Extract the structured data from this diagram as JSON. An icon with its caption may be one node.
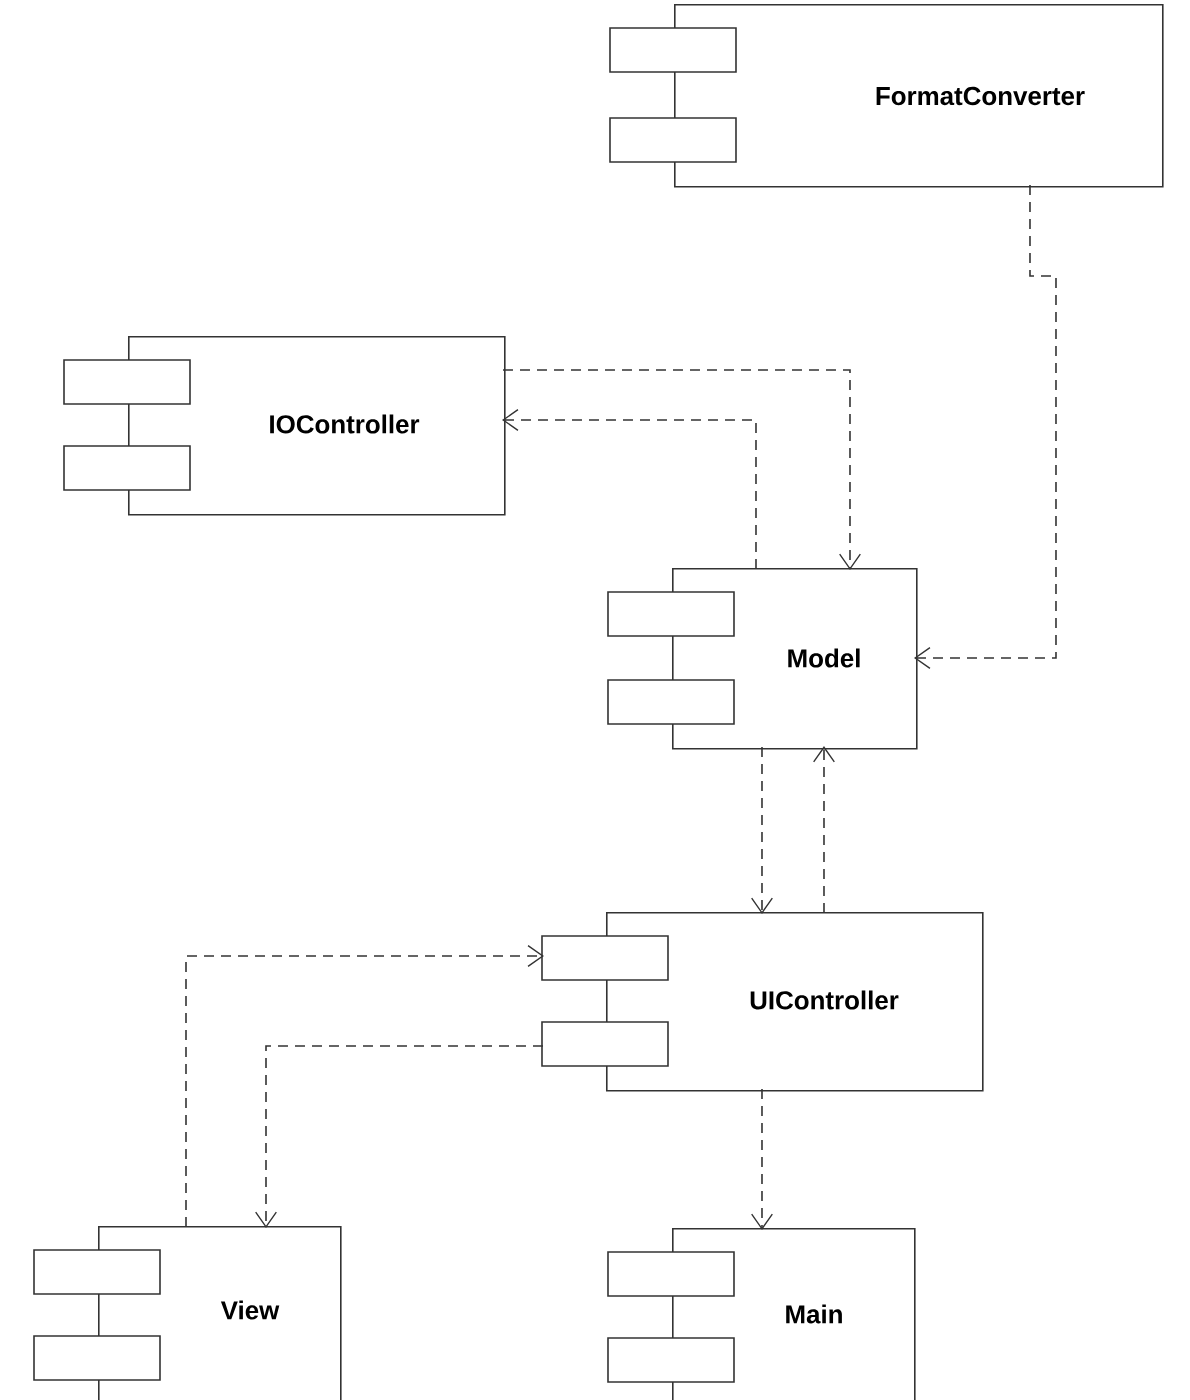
{
  "diagram": {
    "nodes": [
      {
        "text": [
          "FormatConverter"
        ]
      },
      {
        "text": [
          "IOController"
        ]
      },
      {
        "text": [
          "Model"
        ]
      },
      {
        "text": [
          "UIController"
        ]
      },
      {
        "text": [
          "View"
        ]
      },
      {
        "text": [
          "Main"
        ]
      }
    ],
    "edges": [
      {
        "from": 0,
        "to": 2,
        "arrow": "to",
        "style": "dashed"
      },
      {
        "from": 1,
        "to": 2,
        "arrow": "to",
        "style": "dashed"
      },
      {
        "from": 2,
        "to": 1,
        "arrow": "to",
        "style": "dashed"
      },
      {
        "from": 2,
        "to": 3,
        "arrow": "to",
        "style": "dashed"
      },
      {
        "from": 3,
        "to": 2,
        "arrow": "to",
        "style": "dashed"
      },
      {
        "from": 4,
        "to": 3,
        "arrow": "to",
        "style": "dashed"
      },
      {
        "from": 3,
        "to": 4,
        "arrow": "to",
        "style": "dashed"
      },
      {
        "from": 3,
        "to": 5,
        "arrow": "to",
        "style": "dashed"
      }
    ]
  }
}
